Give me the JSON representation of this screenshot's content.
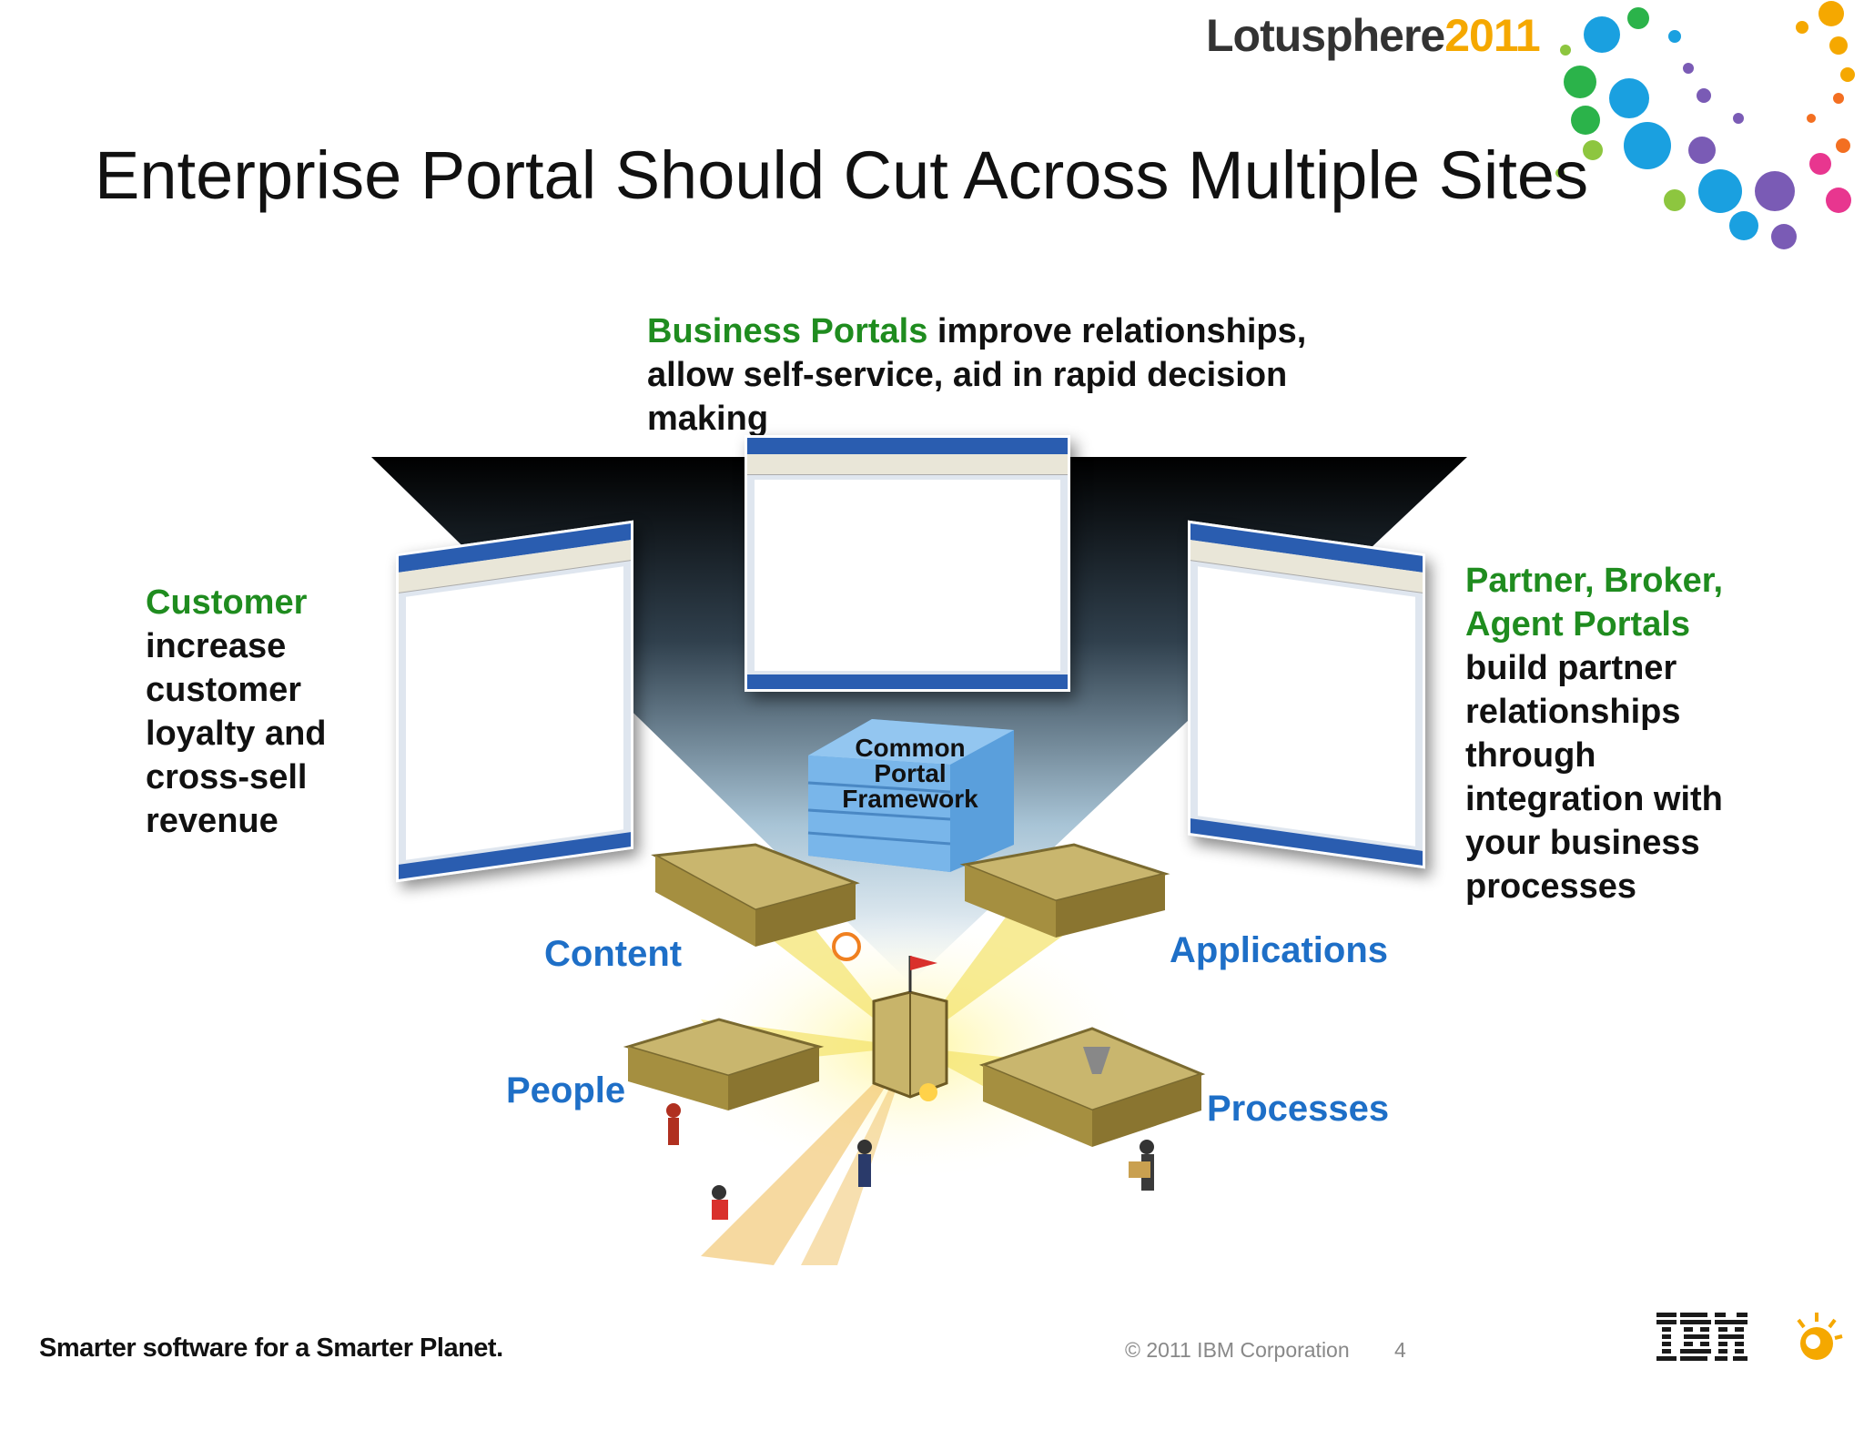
{
  "header": {
    "logo_word": "Lotusphere",
    "logo_year": "2011"
  },
  "title": "Enterprise Portal Should Cut Across Multiple Sites",
  "business": {
    "highlight": "Business Portals",
    "line1_rest": " improve relationships,",
    "line2": "allow self-service, aid in  rapid decision",
    "line3": "making"
  },
  "customer": {
    "highlight": "Customer",
    "lines": [
      "increase",
      "customer",
      "loyalty and",
      "cross-sell",
      "revenue"
    ]
  },
  "partner": {
    "highlight1": "Partner, Broker,",
    "highlight2": "Agent Portals",
    "lines": [
      "build partner",
      "relationships",
      "through",
      "integration with",
      "your business",
      "processes"
    ]
  },
  "framework": {
    "line1": "Common",
    "line2": "Portal",
    "line3": "Framework"
  },
  "labels": {
    "content": "Content",
    "applications": "Applications",
    "people": "People",
    "processes": "Processes"
  },
  "footer": {
    "tagline": "Smarter software for a Smarter Planet.",
    "copyright": "© 2011 IBM Corporation",
    "page": "4"
  },
  "colors": {
    "green": "#1f8c1f",
    "blue": "#1e6fc7",
    "portal_stack": "#79b6ea"
  }
}
